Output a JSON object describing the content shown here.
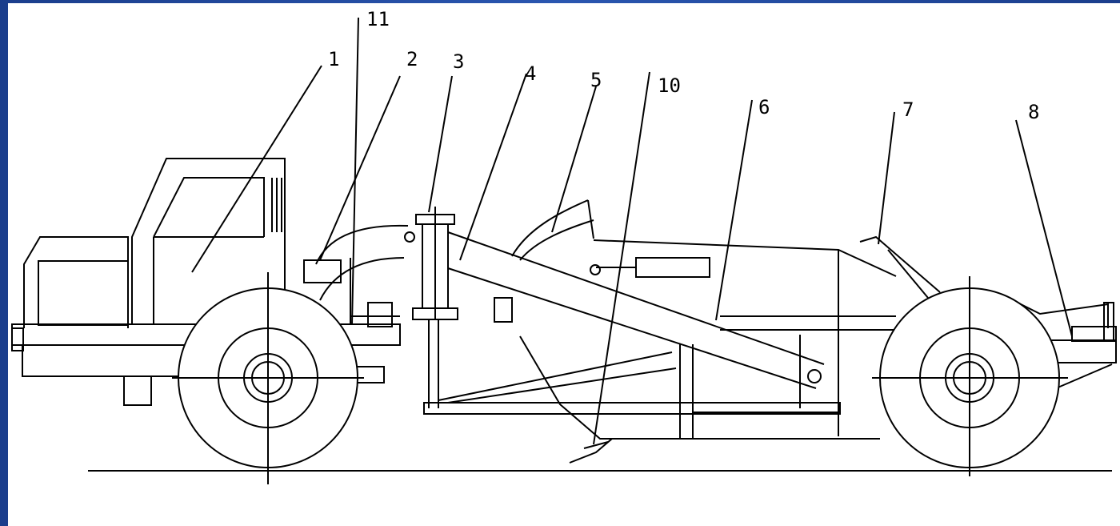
{
  "diagram": {
    "callouts": [
      {
        "id": "1",
        "label": "1"
      },
      {
        "id": "2",
        "label": "2"
      },
      {
        "id": "3",
        "label": "3"
      },
      {
        "id": "4",
        "label": "4"
      },
      {
        "id": "5",
        "label": "5"
      },
      {
        "id": "10",
        "label": "10"
      },
      {
        "id": "6",
        "label": "6"
      },
      {
        "id": "7",
        "label": "7"
      },
      {
        "id": "8",
        "label": "8"
      },
      {
        "id": "11",
        "label": "11"
      }
    ]
  }
}
